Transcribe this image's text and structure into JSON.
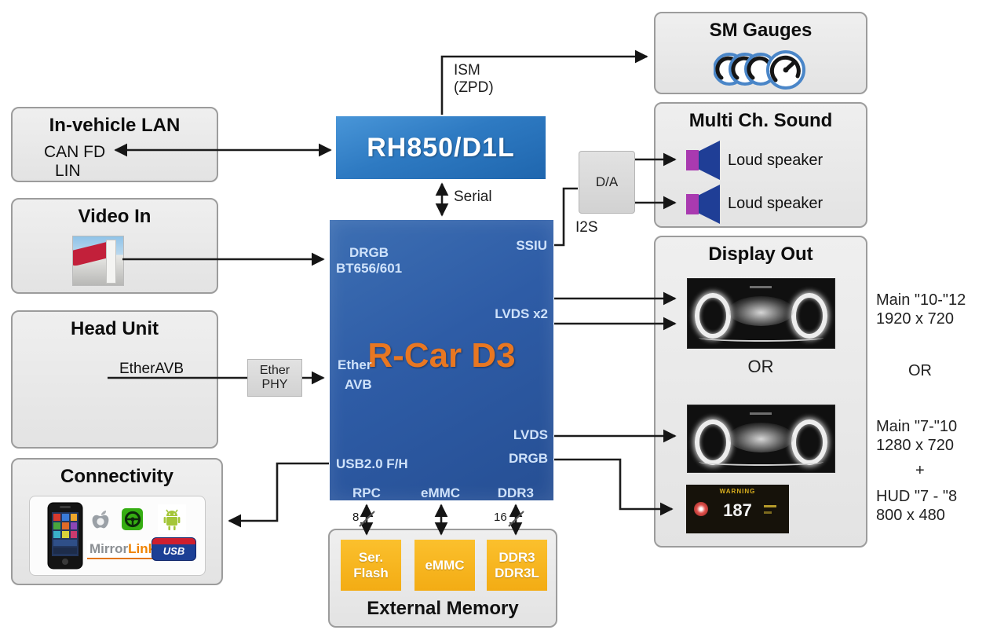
{
  "colors": {
    "accent_orange": "#e87722",
    "rh850_blue": "#2e7ac2",
    "rcar_blue": "#2e5ca6",
    "chip_orange": "#f3ac14",
    "panel_gray": "#e9e9e9"
  },
  "in_vehicle_lan": {
    "title": "In-vehicle LAN",
    "line1": "CAN FD",
    "line2": "LIN"
  },
  "video_in": {
    "title": "Video In"
  },
  "head_unit": {
    "title": "Head Unit",
    "port": "EtherAVB"
  },
  "connectivity": {
    "title": "Connectivity",
    "mirrorlink_mirror": "Mirror",
    "mirrorlink_link": "Link",
    "usb": "USB"
  },
  "rh850": {
    "label": "RH850/D1L"
  },
  "rcar": {
    "title": "R-Car D3",
    "ports": {
      "drgb_in": "DRGB",
      "bt": "BT656/601",
      "ssiu": "SSIU",
      "lvds2": "LVDS x2",
      "ether": "Ether",
      "avb": "AVB",
      "lvds": "LVDS",
      "drgb_out": "DRGB",
      "usb": "USB2.0 F/H",
      "rpc": "RPC",
      "emmc": "eMMC",
      "ddr3": "DDR3"
    }
  },
  "wires": {
    "ism": "ISM",
    "zpd": "(ZPD)",
    "serial": "Serial",
    "i2s": "I2S",
    "da": "D/A",
    "ether_phy": "Ether\nPHY",
    "bus8": "8",
    "bus16": "16"
  },
  "external_memory": {
    "title": "External Memory",
    "chips": [
      "Ser.\nFlash",
      "eMMC",
      "DDR3\nDDR3L"
    ]
  },
  "sm_gauges": {
    "title": "SM Gauges"
  },
  "multi_ch_sound": {
    "title": "Multi Ch. Sound",
    "speaker1": "Loud speaker",
    "speaker2": "Loud speaker"
  },
  "display_out": {
    "title": "Display Out",
    "or": "OR",
    "hud_warning": "WARNING",
    "hud_value": "187"
  },
  "annotations": {
    "main1": "Main \"10-\"12",
    "res1": "1920 x 720",
    "or": "OR",
    "main2": "Main \"7-\"10",
    "res2": "1280 x 720",
    "plus": "+",
    "hud": "HUD \"7 - \"8",
    "res3": "800 x 480"
  }
}
